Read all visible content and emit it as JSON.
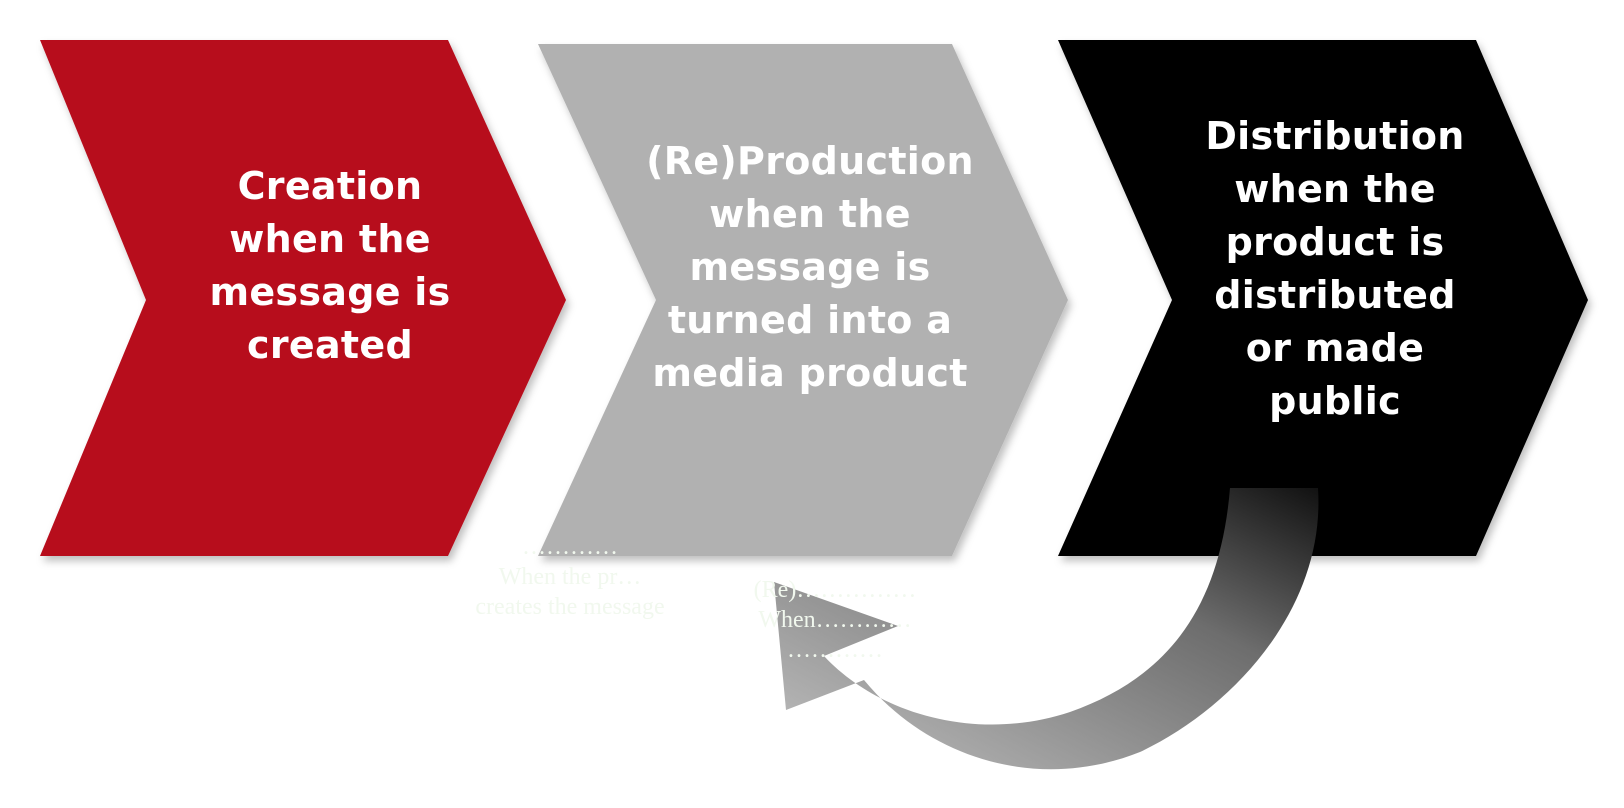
{
  "diagram": {
    "steps": [
      {
        "title": "Creation",
        "lines": [
          "Creation",
          "when the",
          "message is",
          "created"
        ],
        "color": "#b70e1e"
      },
      {
        "title": "(Re)Production",
        "lines": [
          "(Re)Production",
          "when the",
          "message is",
          "turned into a",
          "media product"
        ],
        "color": "#b1b1b1"
      },
      {
        "title": "Distribution",
        "lines": [
          "Distribution",
          "when the",
          "product is",
          "distributed",
          "or made",
          "public"
        ],
        "color": "#000000"
      }
    ],
    "return_arrow": {
      "from": "Distribution",
      "to": "(Re)Production",
      "gradient_start": "#111111",
      "gradient_end": "#c2c2c2"
    },
    "faint_text": {
      "left": [
        "…………",
        "When the pr…",
        "creates the message"
      ],
      "right": [
        "(Re)……………",
        "When…………",
        "…………"
      ]
    }
  }
}
